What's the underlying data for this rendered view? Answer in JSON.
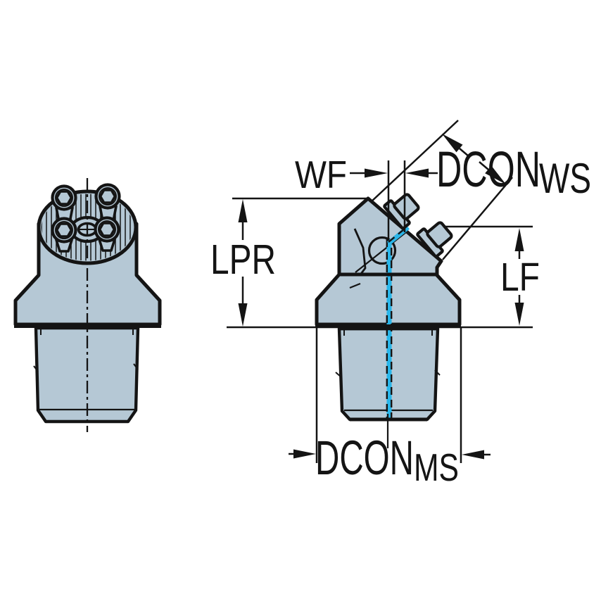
{
  "diagram": {
    "type": "technical-drawing",
    "description": "Tool holder coupling drawing, front view and side view with dimension labels",
    "labels": {
      "wf": "WF",
      "dcon_ws_main": "DCON",
      "dcon_ws_sub": "WS",
      "lpr": "LPR",
      "lf": "LF",
      "dcon_ms_main": "DCON",
      "dcon_ms_sub": "MS"
    },
    "colors": {
      "body_fill": "#b5c8d5",
      "line": "#141414",
      "coolant": "#29b5e8",
      "background": "#ffffff"
    }
  }
}
